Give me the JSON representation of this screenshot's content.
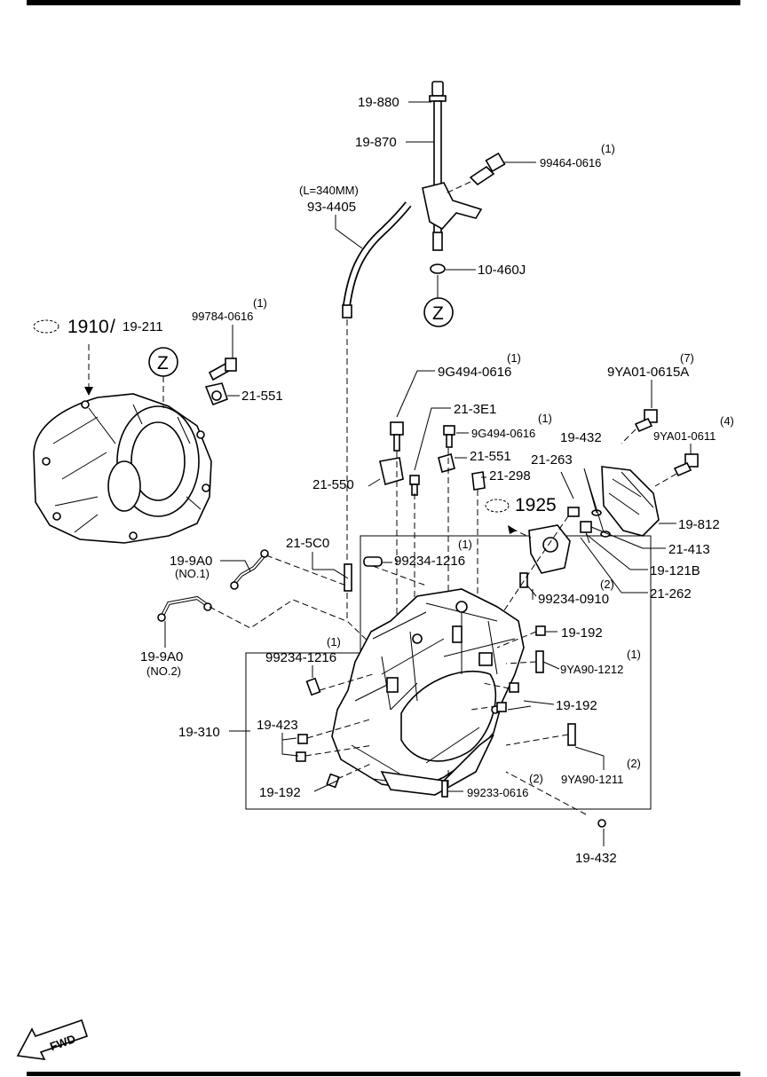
{
  "labels": {
    "l_19880": "19-880",
    "l_19870": "19-870",
    "l_99464_qty": "(1)",
    "l_99464": "99464-0616",
    "l_len": "(L=340MM)",
    "l_934405": "93-4405",
    "l_10460j": "10-460J",
    "l_z_top": "Z",
    "l_99784_qty": "(1)",
    "l_99784": "99784-0616",
    "l_1910": "1910",
    "l_slash": "/",
    "l_19211": "19-211",
    "l_z_left": "Z",
    "l_21551a": "21-551",
    "l_9g494a_qty": "(1)",
    "l_9g494a": "9G494-0616",
    "l_213e1": "21-3E1",
    "l_9g494b_qty": "(1)",
    "l_9g494b": "9G494-0616",
    "l_21551b": "21-551",
    "l_21550": "21-550",
    "l_21298": "21-298",
    "l_9ya01a_qty": "(7)",
    "l_9ya01a": "9YA01-0615A",
    "l_9ya01b_qty": "(4)",
    "l_9ya01b": "9YA01-0611",
    "l_19432a": "19-432",
    "l_21263": "21-263",
    "l_1925": "1925",
    "l_19812": "19-812",
    "l_21413": "21-413",
    "l_19121b": "19-121B",
    "l_21262": "21-262",
    "l_215c0": "21-5C0",
    "l_99234a_qty": "(1)",
    "l_99234a": "99234-1216",
    "l_199a0_1": "19-9A0",
    "l_no1": "(NO.1)",
    "l_99234c_qty": "(2)",
    "l_99234c": "99234-0910",
    "l_199a0_2": "19-9A0",
    "l_no2": "(NO.2)",
    "l_99234b_qty": "(1)",
    "l_99234b": "99234-1216",
    "l_19192a": "19-192",
    "l_9ya90a_qty": "(1)",
    "l_9ya90a": "9YA90-1212",
    "l_19310": "19-310",
    "l_19423": "19-423",
    "l_19192b": "19-192",
    "l_9ya90b_qty": "(2)",
    "l_9ya90b": "9YA90-1211",
    "l_19192c": "19-192",
    "l_99233_qty": "(2)",
    "l_99233": "99233-0616",
    "l_19432b": "19-432",
    "l_fwd": "FWD"
  }
}
